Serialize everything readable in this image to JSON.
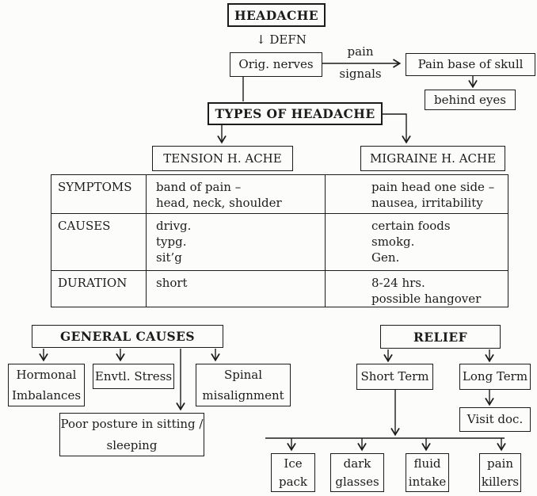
{
  "colors": {
    "ink": "#1c1c1c",
    "paper": "#fcfcfa"
  },
  "headache": {
    "title": "HEADACHE",
    "defn_label": "↓ DEFN"
  },
  "origin": {
    "label": "Orig. nerves",
    "signal_label_top": "pain",
    "signal_label_bottom": "signals",
    "skull": "Pain base of skull",
    "eyes": "behind eyes"
  },
  "types": {
    "title": "TYPES OF HEADACHE",
    "tension": "TENSION H. ACHE",
    "migraine": "MIGRAINE H. ACHE"
  },
  "comparison": {
    "rows": [
      {
        "label": "SYMPTOMS",
        "tension": "band of pain –\nhead, neck, shoulder",
        "migraine": "pain head one side –\nnausea, irritability"
      },
      {
        "label": "CAUSES",
        "tension": "drivg.\ntypg.\nsit’g",
        "migraine": "certain foods\nsmokg.\nGen."
      },
      {
        "label": "DURATION",
        "tension": "short",
        "migraine": "8-24 hrs.\npossible hangover"
      }
    ]
  },
  "general_causes": {
    "title": "GENERAL CAUSES",
    "hormonal": "Hormonal\nImbalances",
    "stress": "Envtl. Stress",
    "spinal": "Spinal\nmisalignment",
    "posture": "Poor posture in sitting /\nsleeping"
  },
  "relief": {
    "title": "RELIEF",
    "short_term": "Short Term",
    "long_term": "Long Term",
    "visit_doc": "Visit doc.",
    "remedies": [
      "Ice\npack",
      "dark\nglasses",
      "fluid\nintake",
      "pain\nkillers"
    ]
  }
}
